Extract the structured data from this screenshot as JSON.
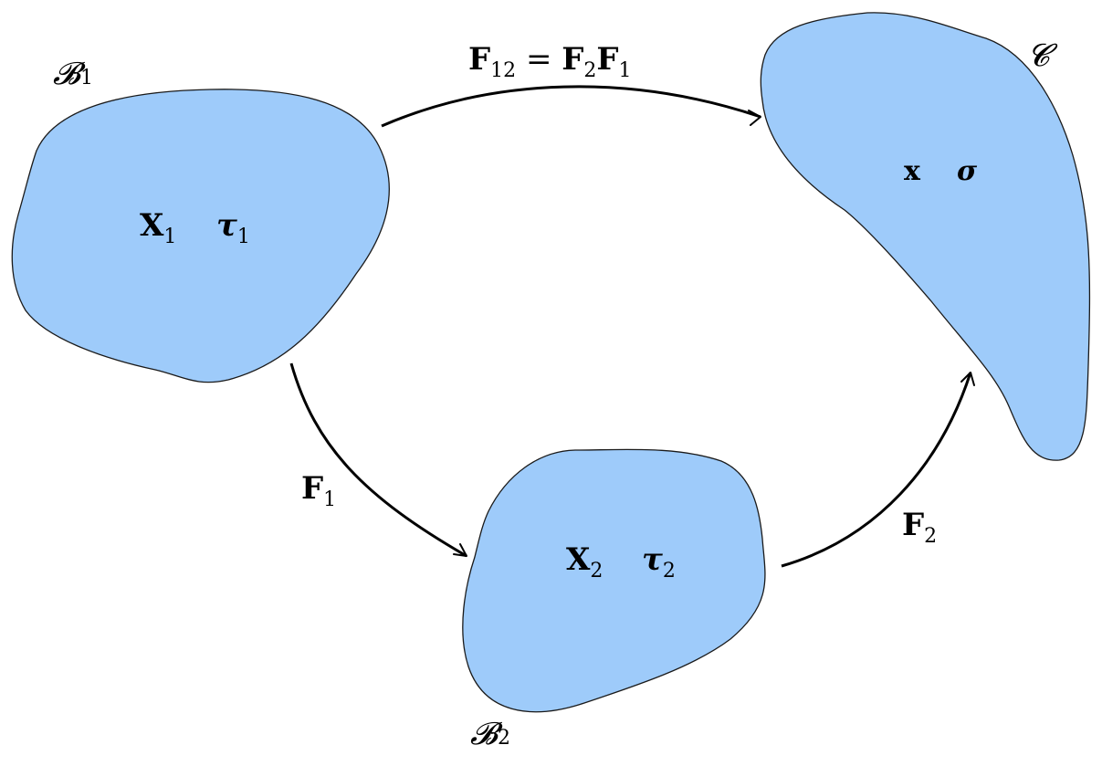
{
  "diagram": {
    "fill_color": "#9ecbfa",
    "stroke_color": "#000000",
    "bodies": [
      {
        "id": "B1",
        "name_main": "𝓑",
        "name_sub": "1",
        "coord_main": "X",
        "coord_sub": "1",
        "stress_main": "τ",
        "stress_sub": "1"
      },
      {
        "id": "B2",
        "name_main": "𝓑",
        "name_sub": "2",
        "coord_main": "X",
        "coord_sub": "2",
        "stress_main": "τ",
        "stress_sub": "2"
      },
      {
        "id": "C",
        "name_main": "𝓒",
        "name_sub": "",
        "coord_main": "x",
        "coord_sub": "",
        "stress_main": "σ",
        "stress_sub": ""
      }
    ],
    "arrows": [
      {
        "from": "B1",
        "to": "C",
        "label_parts": [
          "F",
          "12",
          " = ",
          "F",
          "2",
          "F",
          "1"
        ]
      },
      {
        "from": "B1",
        "to": "B2",
        "label_main": "F",
        "label_sub": "1"
      },
      {
        "from": "B2",
        "to": "C",
        "label_main": "F",
        "label_sub": "2"
      }
    ]
  }
}
